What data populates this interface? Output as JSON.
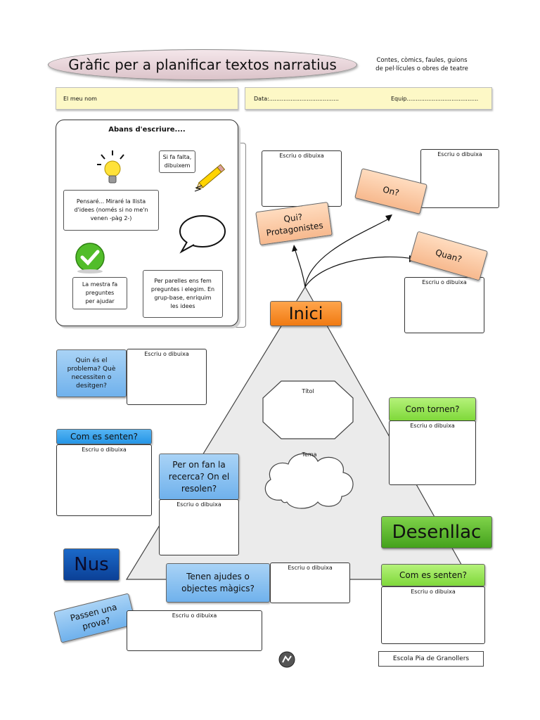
{
  "header": {
    "title": "Gràfic per a planificar textos narratius",
    "subtitle_line1": "Contes, còmics, faules, guions",
    "subtitle_line2": "de pel·lícules o obres de teatre"
  },
  "info_bar": {
    "name_label": "El meu nom",
    "date_label": "Data:.......................................",
    "team_label": "Equip........................................"
  },
  "before_panel": {
    "title": "Abans d'escriure....",
    "draw_note_1": "Si fa falta,",
    "draw_note_2": "dibuixem",
    "think_note_1": "Pensaré... Miraré la llista",
    "think_note_2": "d'idees (només si no me'n",
    "think_note_3": "venen -pàg 2-)",
    "teacher_note_1": "La mestra fa",
    "teacher_note_2": "preguntes",
    "teacher_note_3": "per ajudar",
    "pairs_note_1": "Per parelles ens fem",
    "pairs_note_2": "preguntes i elegim. En",
    "pairs_note_3": "grup-base, enriquim",
    "pairs_note_4": "les idees"
  },
  "write_box_label": "Escriu o dibuixa",
  "labels": {
    "qui_1": "Qui?",
    "qui_2": "Protagonistes",
    "on": "On?",
    "quan": "Quan?",
    "inici": "Inici",
    "problema_1": "Quin és el",
    "problema_2": "problema? Què",
    "problema_3": "necessiten o",
    "problema_4": "desitgen?",
    "com_es_senten": "Com es senten?",
    "recerca_1": "Per on fan la",
    "recerca_2": "recerca?  On el",
    "recerca_3": "resolen?",
    "titol": "Títol",
    "tema": "Tema",
    "com_tornen": "Com tornen?",
    "desenllac": "Desenllac",
    "nus": "Nus",
    "ajudes_1": "Tenen ajudes o",
    "ajudes_2": "objectes màgics?",
    "com_es_senten_2": "Com es senten?",
    "prova_1": "Passen una",
    "prova_2": "prova?"
  },
  "footer": {
    "school": "Escola Pia de Granollers"
  }
}
